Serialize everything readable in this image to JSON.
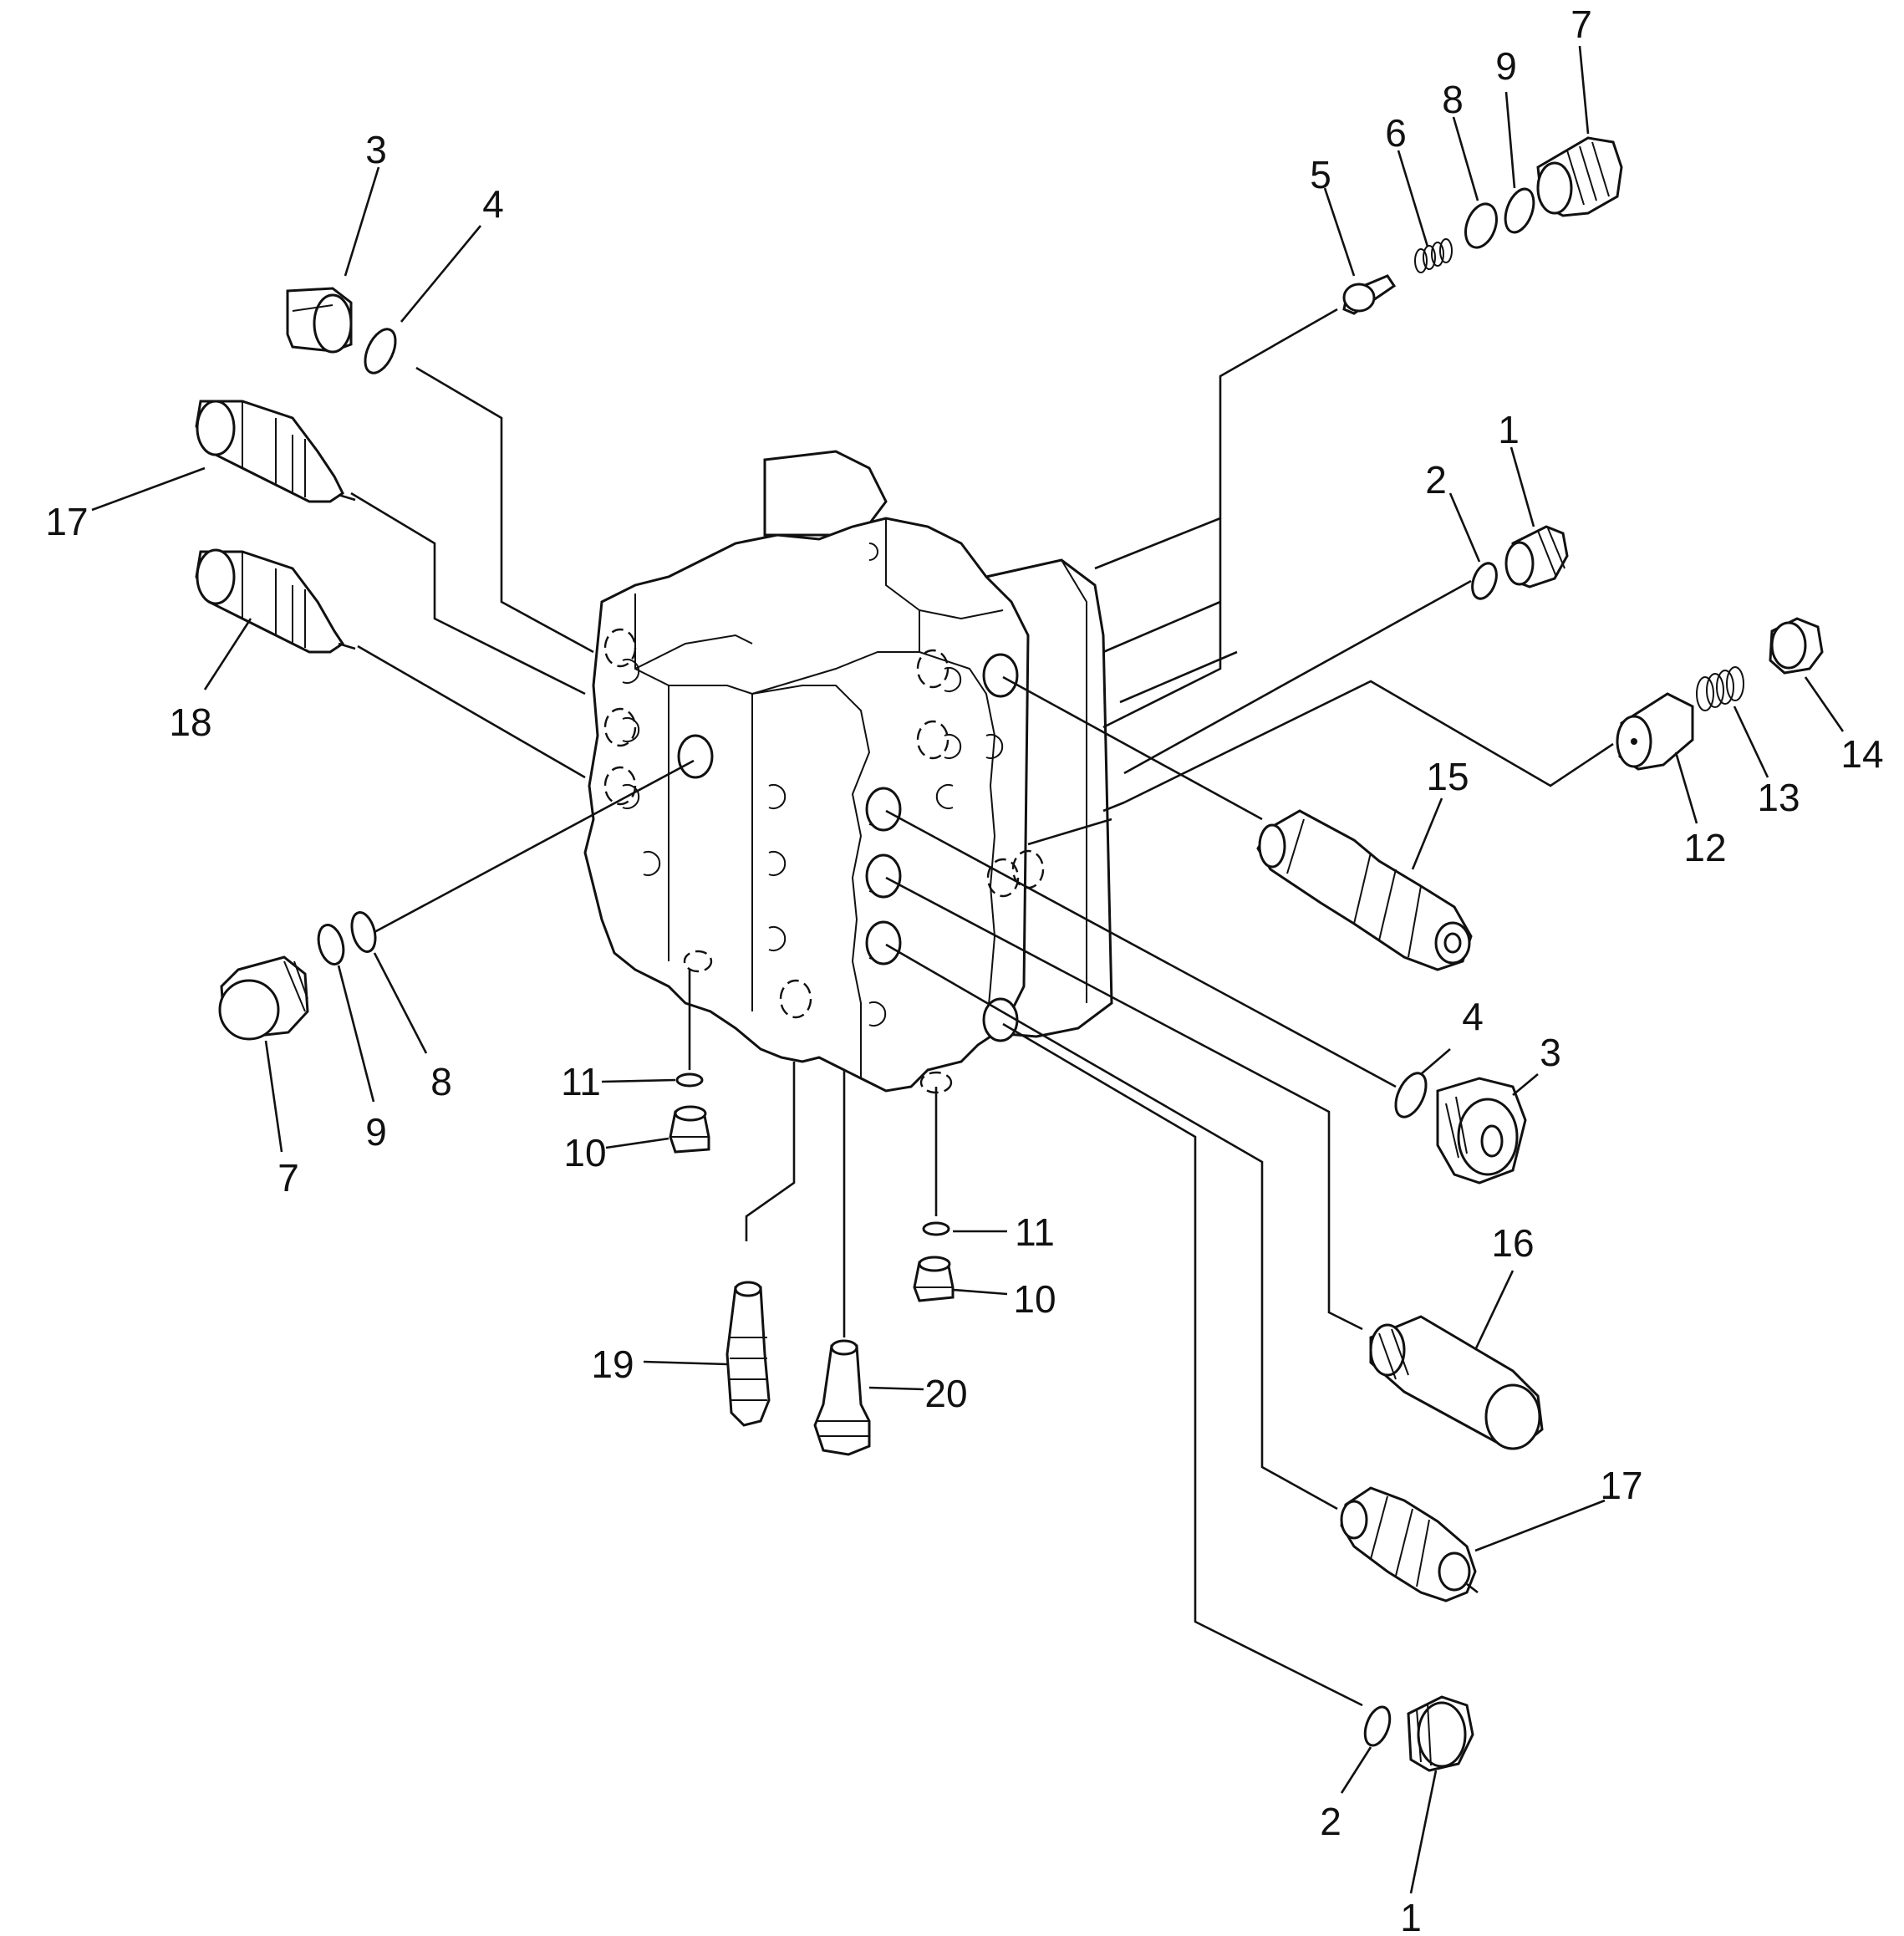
{
  "labels": [
    {
      "id": "p3-top",
      "text": "3"
    },
    {
      "id": "p4-top",
      "text": "4"
    },
    {
      "id": "p17-left",
      "text": "17"
    },
    {
      "id": "p18",
      "text": "18"
    },
    {
      "id": "p7-left",
      "text": "7"
    },
    {
      "id": "p9-left",
      "text": "9"
    },
    {
      "id": "p8-left",
      "text": "8"
    },
    {
      "id": "p11-left",
      "text": "11"
    },
    {
      "id": "p10-left",
      "text": "10"
    },
    {
      "id": "p19",
      "text": "19"
    },
    {
      "id": "p20",
      "text": "20"
    },
    {
      "id": "p11-mid",
      "text": "11"
    },
    {
      "id": "p10-mid",
      "text": "10"
    },
    {
      "id": "p5",
      "text": "5"
    },
    {
      "id": "p6",
      "text": "6"
    },
    {
      "id": "p8-top",
      "text": "8"
    },
    {
      "id": "p9-top",
      "text": "9"
    },
    {
      "id": "p7-top",
      "text": "7"
    },
    {
      "id": "p1-top",
      "text": "1"
    },
    {
      "id": "p2-top",
      "text": "2"
    },
    {
      "id": "p14",
      "text": "14"
    },
    {
      "id": "p13",
      "text": "13"
    },
    {
      "id": "p12",
      "text": "12"
    },
    {
      "id": "p15",
      "text": "15"
    },
    {
      "id": "p4-right",
      "text": "4"
    },
    {
      "id": "p3-right",
      "text": "3"
    },
    {
      "id": "p16",
      "text": "16"
    },
    {
      "id": "p17-right",
      "text": "17"
    },
    {
      "id": "p2-bottom",
      "text": "2"
    },
    {
      "id": "p1-bottom",
      "text": "1"
    }
  ]
}
